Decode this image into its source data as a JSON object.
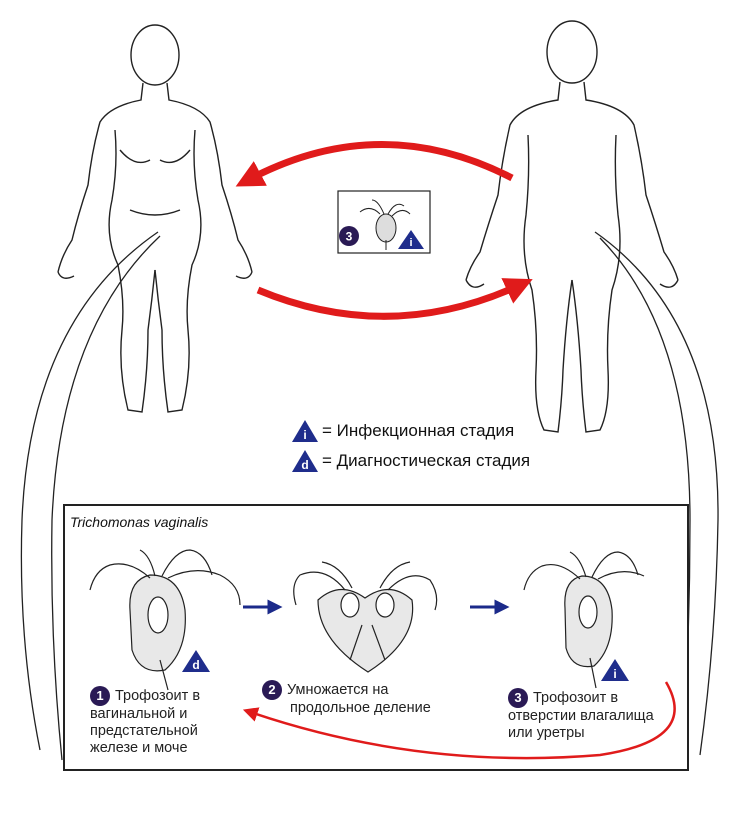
{
  "organism_name": "Trichomonas vaginalis",
  "inset_badge_number": "3",
  "legend": {
    "infective_letter": "i",
    "infective_text": "= Инфекционная стадия",
    "diagnostic_letter": "d",
    "diagnostic_text": "= Диагностическая стадия"
  },
  "steps": [
    {
      "number": "1",
      "lines": [
        "Трофозоит в",
        "вагинальной и",
        "предстательной",
        "железе и моче"
      ],
      "stage_letter": "d"
    },
    {
      "number": "2",
      "lines": [
        "Умножается на",
        "продольное деление"
      ]
    },
    {
      "number": "3",
      "lines": [
        "Трофозоит в",
        "отверстии влагалища",
        "или уретры"
      ],
      "stage_letter": "i"
    }
  ],
  "colors": {
    "cycle_arrow": "#e01b1b",
    "step_arrow": "#1b2a8a",
    "badge_bg": "#2a1a55",
    "stage_triangle": "#1f2d8c"
  },
  "icons": [
    "female-figure",
    "male-figure",
    "trophozoite",
    "dividing-trophozoite"
  ]
}
